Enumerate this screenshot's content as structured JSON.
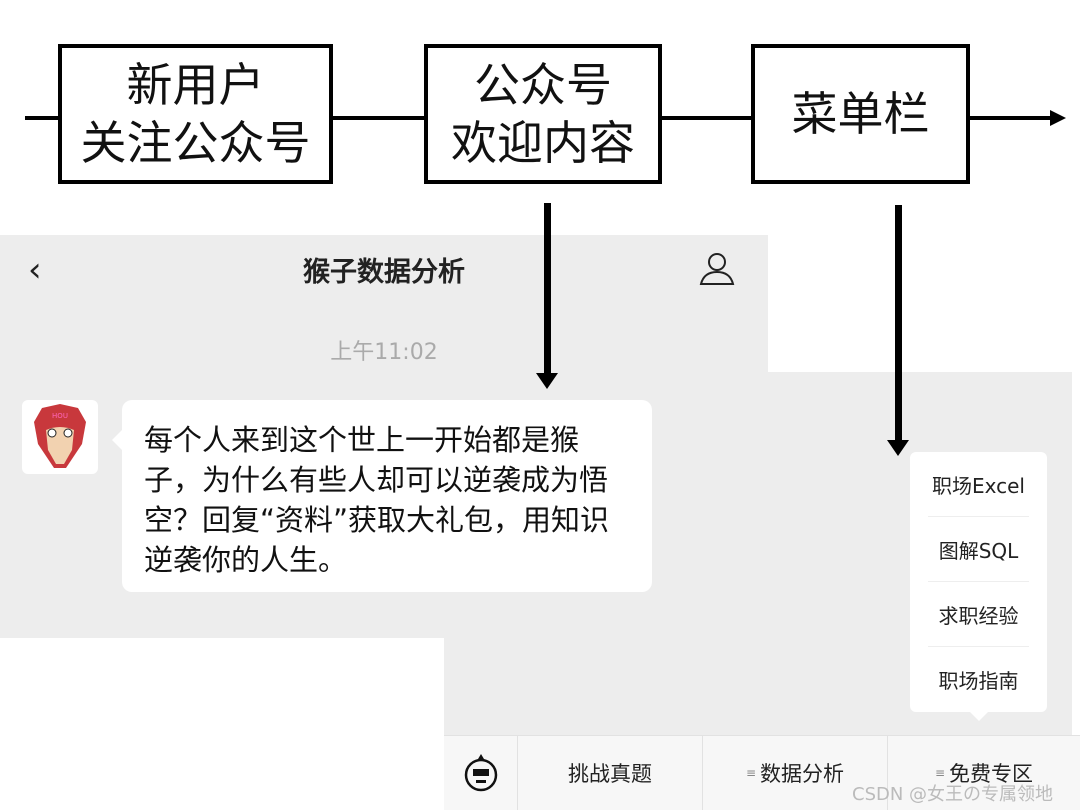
{
  "flow": {
    "steps": [
      {
        "line1": "新用户",
        "line2": "关注公众号"
      },
      {
        "line1": "公众号",
        "line2": "欢迎内容"
      },
      {
        "line1": "菜单栏",
        "line2": ""
      }
    ]
  },
  "chat": {
    "title": "猴子数据分析",
    "back_icon": "chevron-left-icon",
    "profile_icon": "person-icon",
    "timestamp": "上午11:02",
    "message": "每个人来到这个世上一开始都是猴子，为什么有些人却可以逆袭成为悟空？回复“资料”获取大礼包，用知识逆袭你的人生。",
    "avatar_text": "HOU"
  },
  "menu_popup": {
    "items": [
      "职场Excel",
      "图解SQL",
      "求职经验",
      "职场指南"
    ]
  },
  "bottom_bar": {
    "keyboard_icon": "keyboard-icon",
    "items": [
      "挑战真题",
      "数据分析",
      "免费专区"
    ],
    "menu_marker": "≡"
  },
  "watermark": "CSDN @女王の专属领地"
}
